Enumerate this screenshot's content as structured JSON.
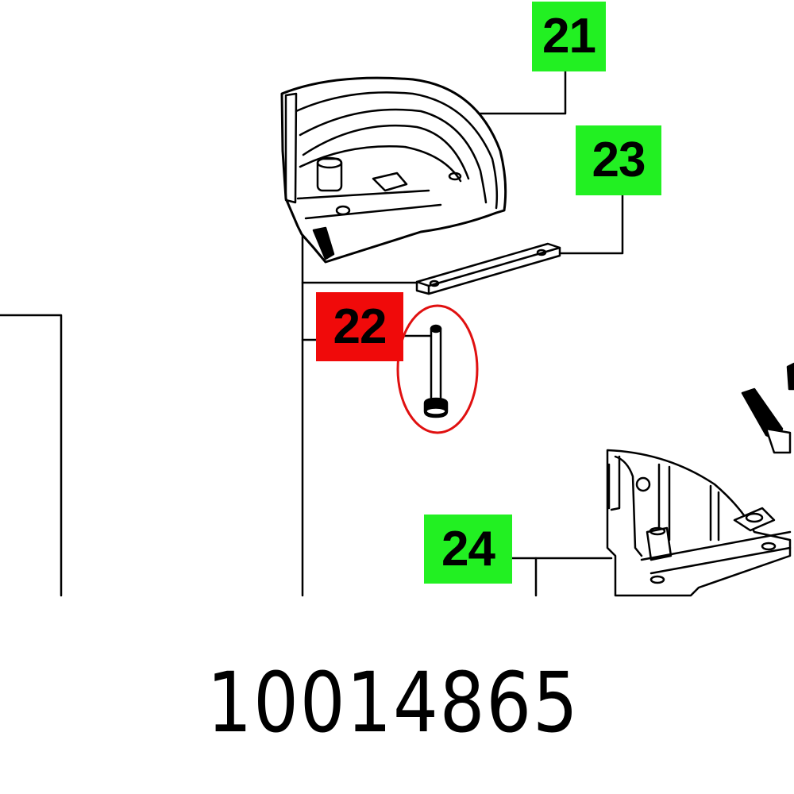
{
  "diagram": {
    "type": "exploded-parts-drawing",
    "part_number": "10014865",
    "callouts": [
      {
        "id": "21",
        "label": "21",
        "color": "#22f022",
        "highlighted": false
      },
      {
        "id": "22",
        "label": "22",
        "color": "#f00a0a",
        "highlighted": true
      },
      {
        "id": "23",
        "label": "23",
        "color": "#22f022",
        "highlighted": false
      },
      {
        "id": "24",
        "label": "24",
        "color": "#22f022",
        "highlighted": false
      }
    ],
    "highlight_ring_color": "#e01010",
    "parts": [
      {
        "callout": "21",
        "icon": "quarter-round-housing-icon"
      },
      {
        "callout": "22",
        "icon": "socket-head-screw-icon"
      },
      {
        "callout": "23",
        "icon": "flat-bar-plate-icon"
      },
      {
        "callout": "24",
        "icon": "bracket-housing-icon"
      }
    ]
  }
}
